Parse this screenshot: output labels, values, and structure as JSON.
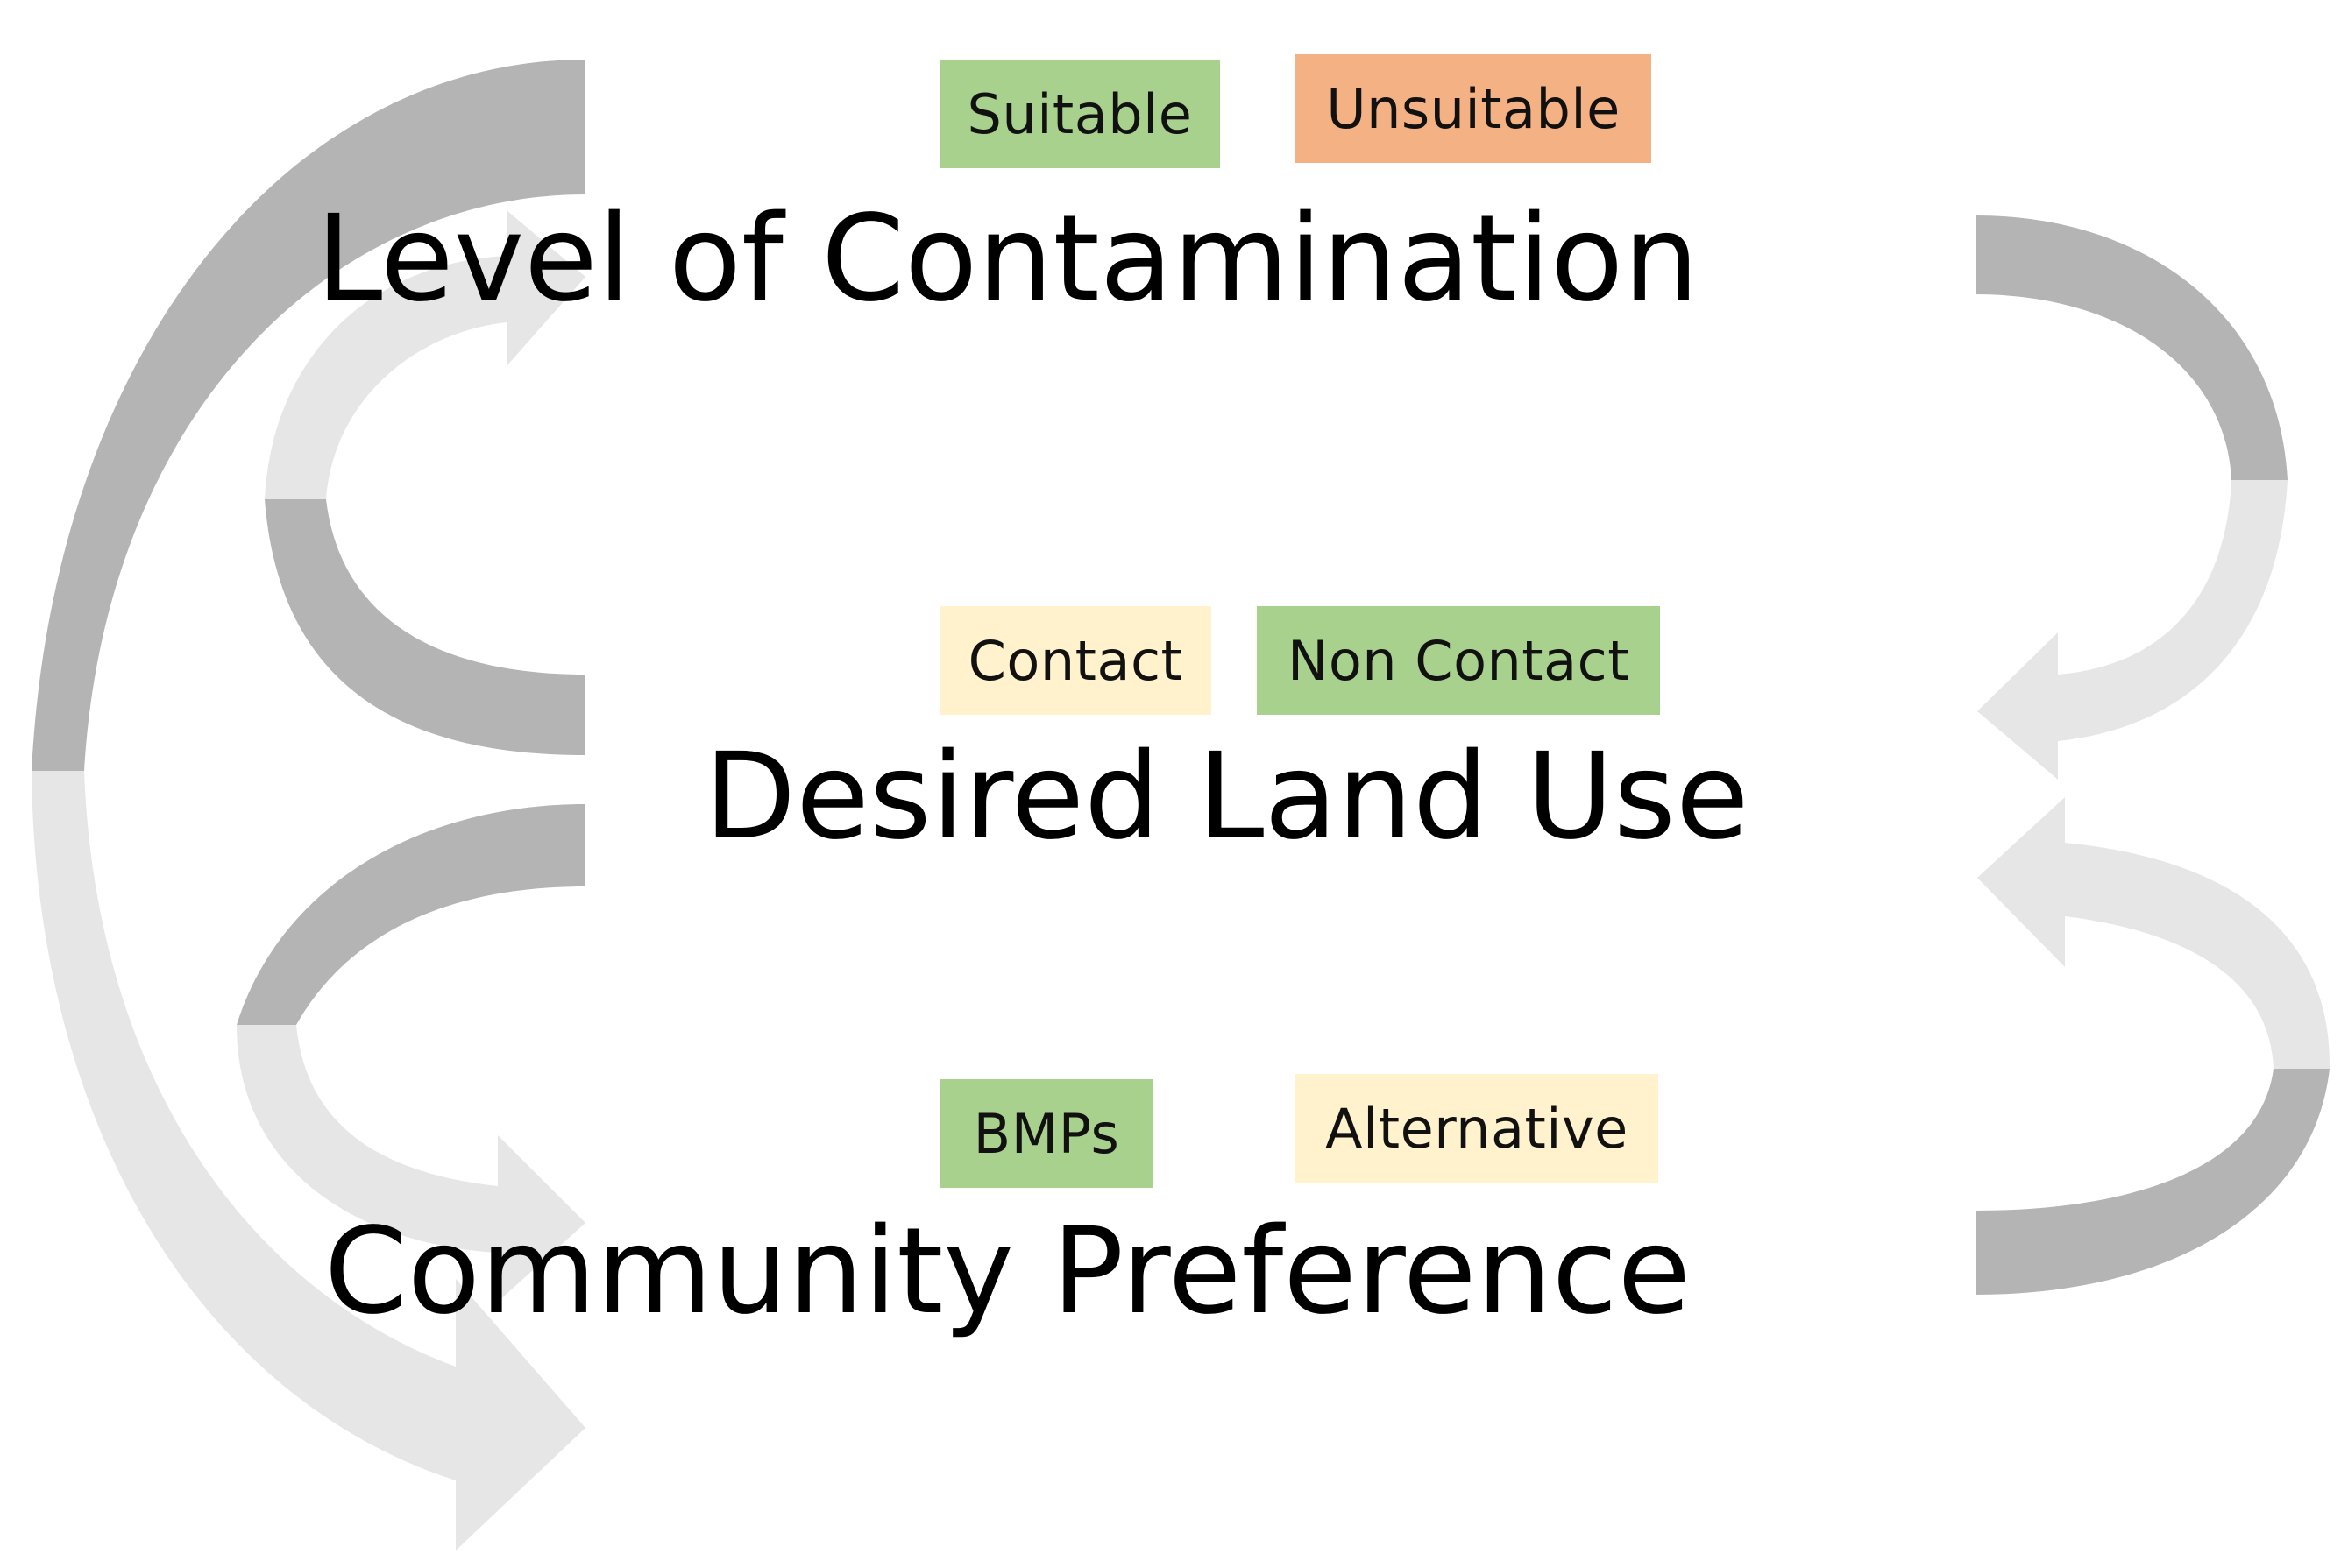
{
  "colors": {
    "dark_arrow": "#b4b4b4",
    "light_arrow": "#e6e6e6",
    "green": "#a9d18e",
    "orange": "#f4b183",
    "cream": "#fff2cc"
  },
  "levels": {
    "contamination": {
      "title": "Level of Contamination",
      "options": [
        {
          "label": "Suitable",
          "color": "#a9d18e"
        },
        {
          "label": "Unsuitable",
          "color": "#f4b183"
        }
      ]
    },
    "land_use": {
      "title": "Desired Land Use",
      "options": [
        {
          "label": "Contact",
          "color": "#fff2cc"
        },
        {
          "label": "Non Contact",
          "color": "#a9d18e"
        }
      ]
    },
    "community": {
      "title": "Community Preference",
      "options": [
        {
          "label": "BMPs",
          "color": "#a9d18e"
        },
        {
          "label": "Alternative",
          "color": "#fff2cc"
        }
      ]
    }
  }
}
